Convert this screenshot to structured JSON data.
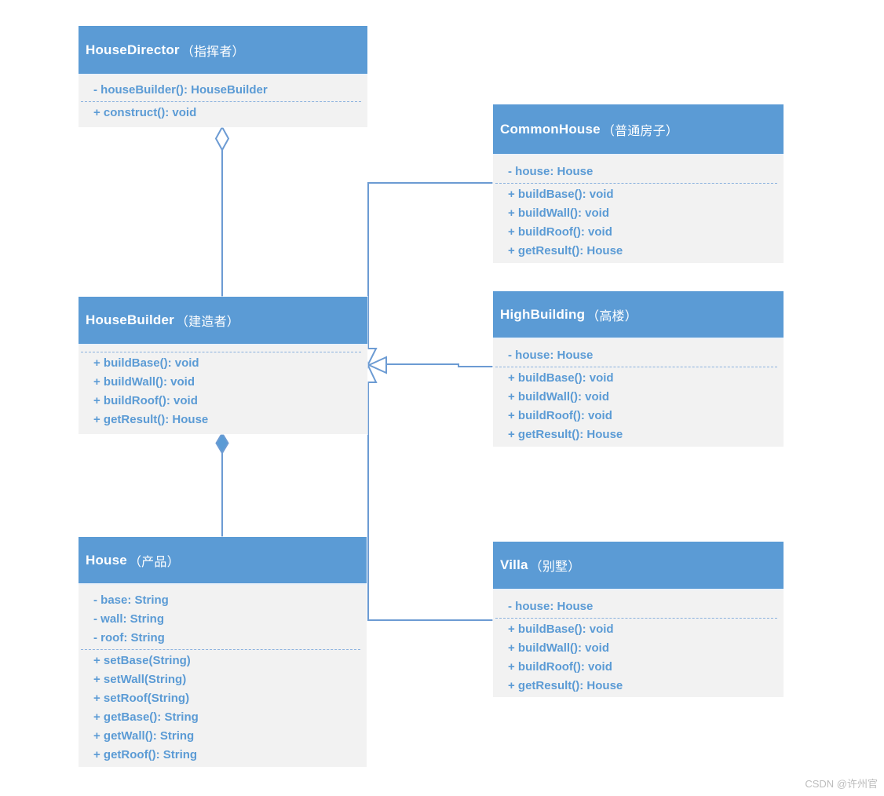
{
  "diagram": {
    "title": "Builder pattern UML class diagram",
    "colors": {
      "header_fill": "#5b9bd5",
      "body_fill": "#f2f2f2",
      "text_blue": "#5b9bd5",
      "connector_blue": "#6c9bd3",
      "separator_blue": "#8ab1de",
      "watermark_gray": "#bcbcbc"
    },
    "classes": [
      {
        "name": "HouseDirector",
        "alias": "（指挥者）",
        "attributes": [
          "- houseBuilder(): HouseBuilder"
        ],
        "methods": [
          "+ construct(): void"
        ]
      },
      {
        "name": "CommonHouse",
        "alias": "（普通房子）",
        "attributes": [
          "- house: House"
        ],
        "methods": [
          "+ buildBase(): void",
          "+ buildWall(): void",
          "+ buildRoof(): void",
          "+ getResult(): House"
        ]
      },
      {
        "name": "HouseBuilder",
        "alias": "（建造者）",
        "attributes": [],
        "methods": [
          "+ buildBase(): void",
          "+ buildWall(): void",
          "+ buildRoof(): void",
          "+ getResult(): House"
        ]
      },
      {
        "name": "HighBuilding",
        "alias": "（高楼）",
        "attributes": [
          "- house: House"
        ],
        "methods": [
          "+ buildBase(): void",
          "+ buildWall(): void",
          "+ buildRoof(): void",
          "+ getResult(): House"
        ]
      },
      {
        "name": "House",
        "alias": "（产品）",
        "attributes": [
          "- base: String",
          "- wall: String",
          "- roof: String"
        ],
        "methods": [
          "+ setBase(String)",
          "+ setWall(String)",
          "+ setRoof(String)",
          "+ getBase(): String",
          "+ getWall(): String",
          "+ getRoof(): String"
        ]
      },
      {
        "name": "Villa",
        "alias": "（别墅）",
        "attributes": [
          "- house: House"
        ],
        "methods": [
          "+ buildBase(): void",
          "+ buildWall(): void",
          "+ buildRoof(): void",
          "+ getResult(): House"
        ]
      }
    ],
    "relations": [
      {
        "from": "HouseDirector",
        "to": "HouseBuilder",
        "type": "aggregation"
      },
      {
        "from": "HouseBuilder",
        "to": "House",
        "type": "composition"
      },
      {
        "from": "CommonHouse",
        "to": "HouseBuilder",
        "type": "generalization"
      },
      {
        "from": "HighBuilding",
        "to": "HouseBuilder",
        "type": "generalization"
      },
      {
        "from": "Villa",
        "to": "HouseBuilder",
        "type": "generalization"
      }
    ],
    "watermark": "CSDN @许州官"
  }
}
